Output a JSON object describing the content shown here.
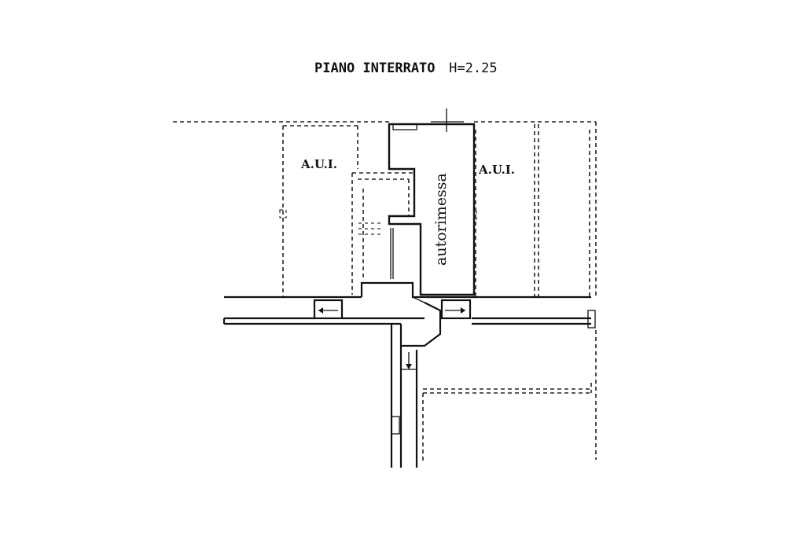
{
  "plan": {
    "title_main": "PIANO INTERRATO",
    "title_height": "H=2.25",
    "label_left": "A.U.I.",
    "label_right": "A.U.I.",
    "label_unit": "autorimessa"
  }
}
